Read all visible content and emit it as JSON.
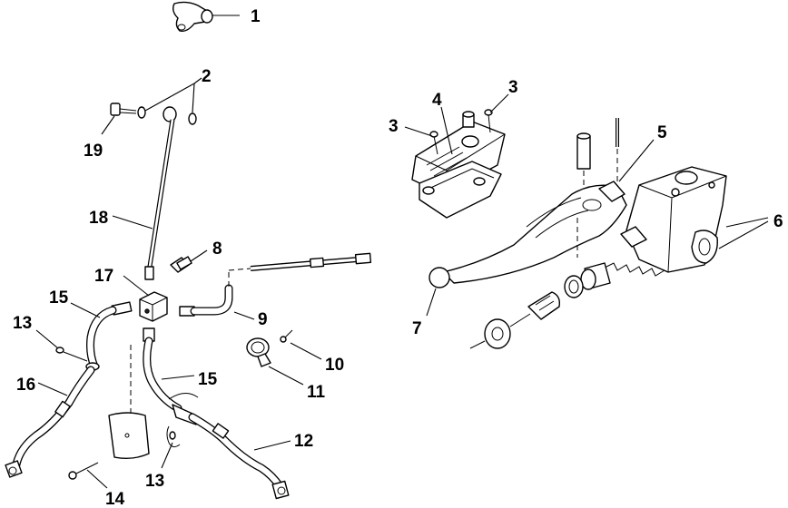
{
  "diagram": {
    "callouts": [
      {
        "id": "c1",
        "text": "1"
      },
      {
        "id": "c2",
        "text": "2"
      },
      {
        "id": "c3a",
        "text": "3"
      },
      {
        "id": "c3b",
        "text": "3"
      },
      {
        "id": "c4",
        "text": "4"
      },
      {
        "id": "c5",
        "text": "5"
      },
      {
        "id": "c6",
        "text": "6"
      },
      {
        "id": "c7",
        "text": "7"
      },
      {
        "id": "c8",
        "text": "8"
      },
      {
        "id": "c9",
        "text": "9"
      },
      {
        "id": "c10",
        "text": "10"
      },
      {
        "id": "c11",
        "text": "11"
      },
      {
        "id": "c12",
        "text": "12"
      },
      {
        "id": "c13a",
        "text": "13"
      },
      {
        "id": "c13b",
        "text": "13"
      },
      {
        "id": "c14",
        "text": "14"
      },
      {
        "id": "c15a",
        "text": "15"
      },
      {
        "id": "c15b",
        "text": "15"
      },
      {
        "id": "c16",
        "text": "16"
      },
      {
        "id": "c17",
        "text": "17"
      },
      {
        "id": "c18",
        "text": "18"
      },
      {
        "id": "c19",
        "text": "19"
      }
    ]
  }
}
